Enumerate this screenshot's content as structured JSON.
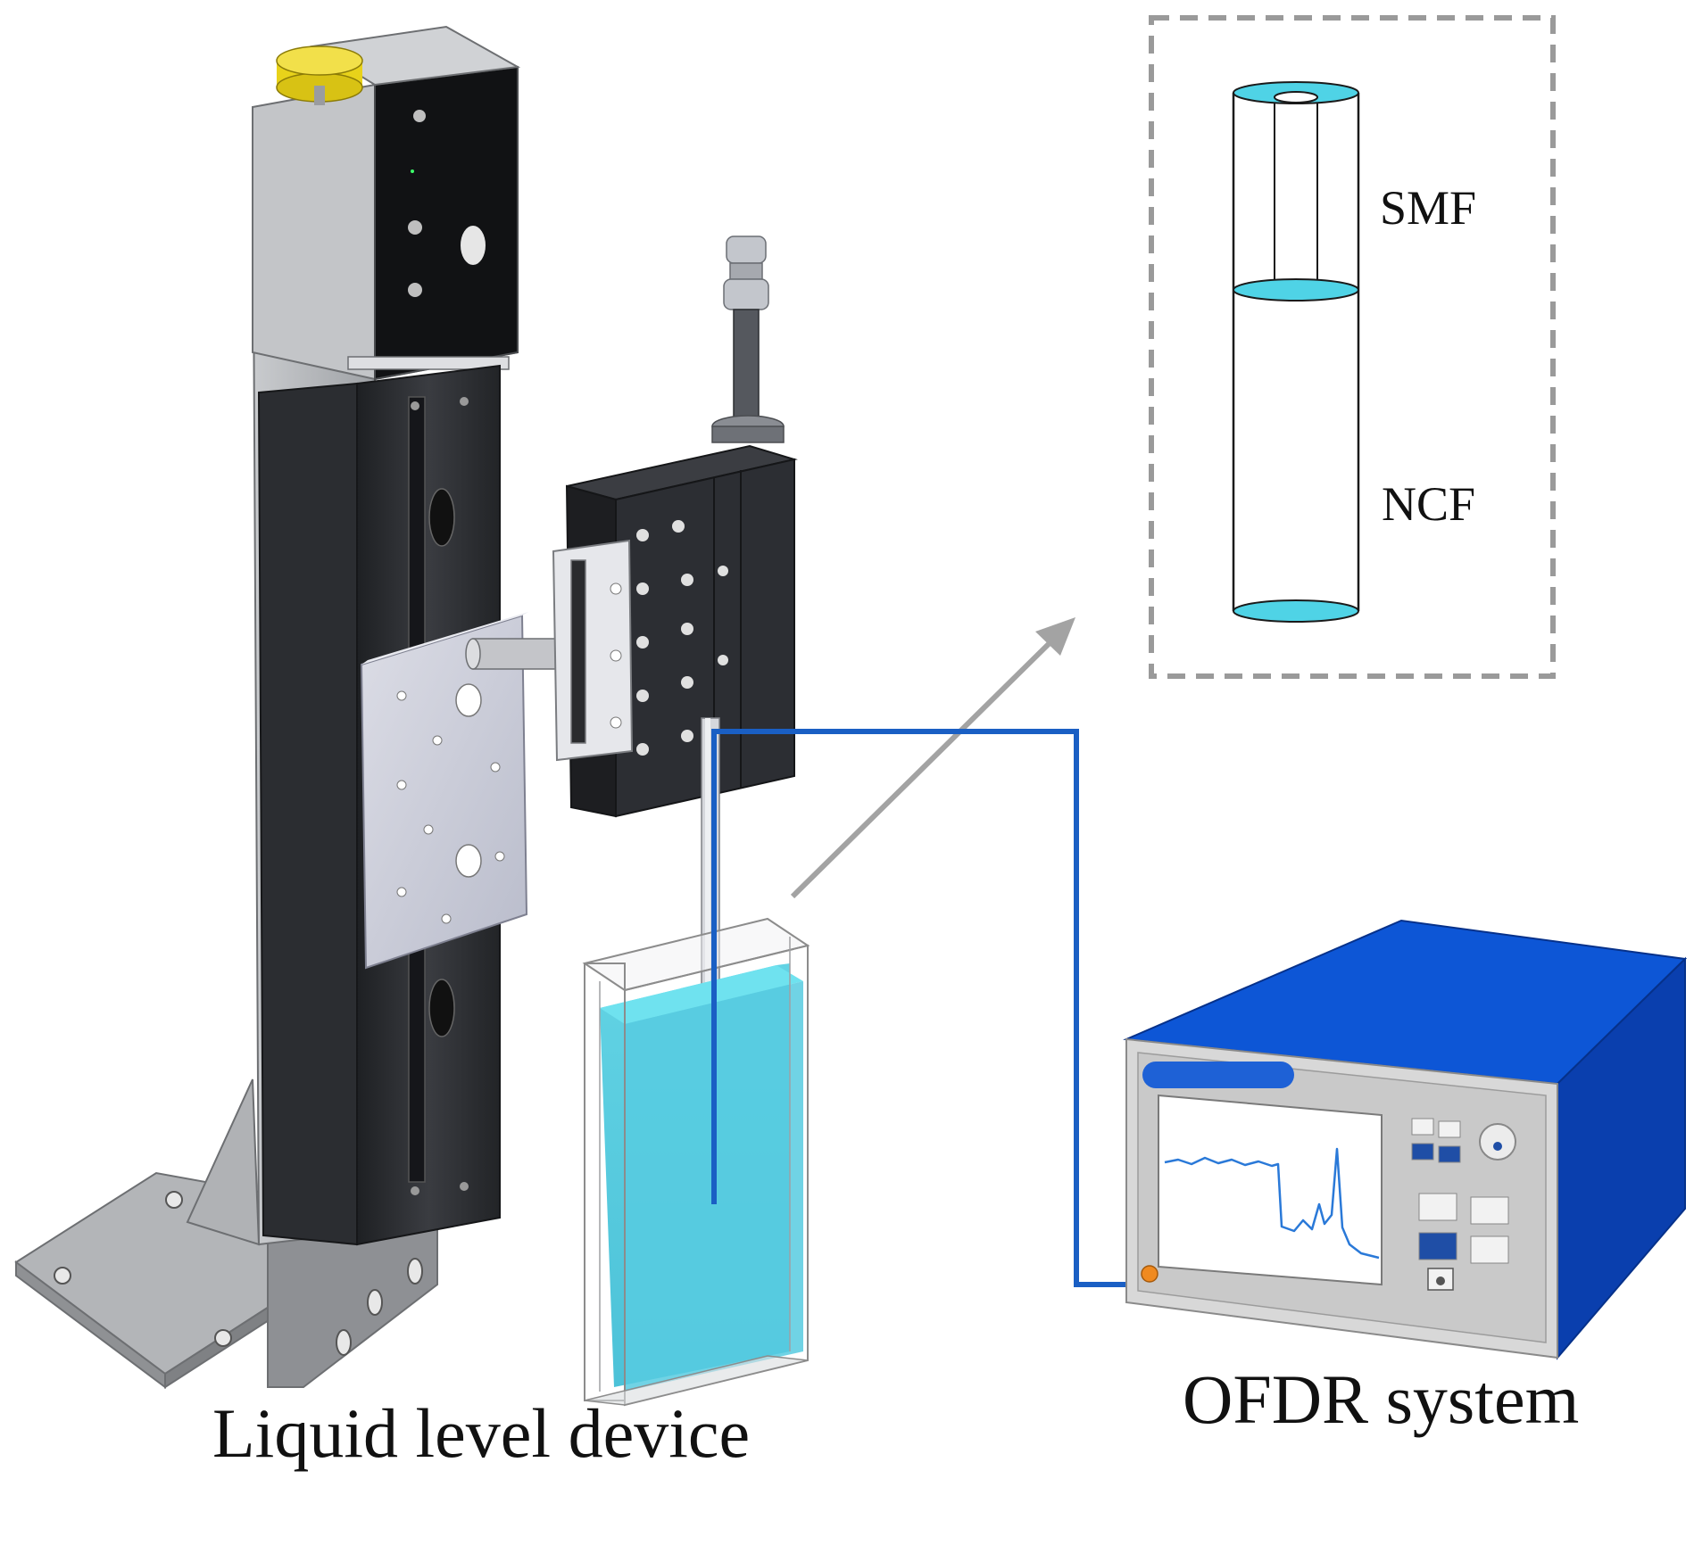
{
  "captions": {
    "device": "Liquid level device",
    "ofdr": "OFDR system"
  },
  "inset": {
    "smf_label": "SMF",
    "ncf_label": "NCF"
  },
  "colors": {
    "fiber_line": "#1a5fc4",
    "liquid": "#5fcfe0",
    "liquid_dark": "#3db9d0",
    "instrument_blue": "#0d56d6",
    "instrument_blue_dark": "#0a3fae",
    "stage_dark": "#2b2d31",
    "column_gray": "#a9abae",
    "knob_yellow": "#e8d21a",
    "inset_border": "#9a9a9a",
    "fiber_cap": "#4fd3e6"
  }
}
